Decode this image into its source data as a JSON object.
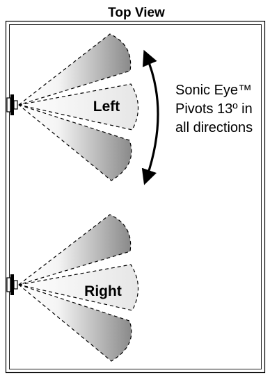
{
  "title": "Top View",
  "sensors": {
    "left": {
      "label": "Left"
    },
    "right": {
      "label": "Right"
    }
  },
  "note": {
    "line1": "Sonic Eye™",
    "line2": "Pivots 13º in",
    "line3": "all directions"
  },
  "colors": {
    "outline": "#000000",
    "beam_dark": "#8a8a8a",
    "beam_light": "#ffffff",
    "center_fill": "#ececec"
  },
  "icons": {
    "sensor": "sensor-bracket-icon",
    "pivot": "curved-double-arrow-icon"
  }
}
